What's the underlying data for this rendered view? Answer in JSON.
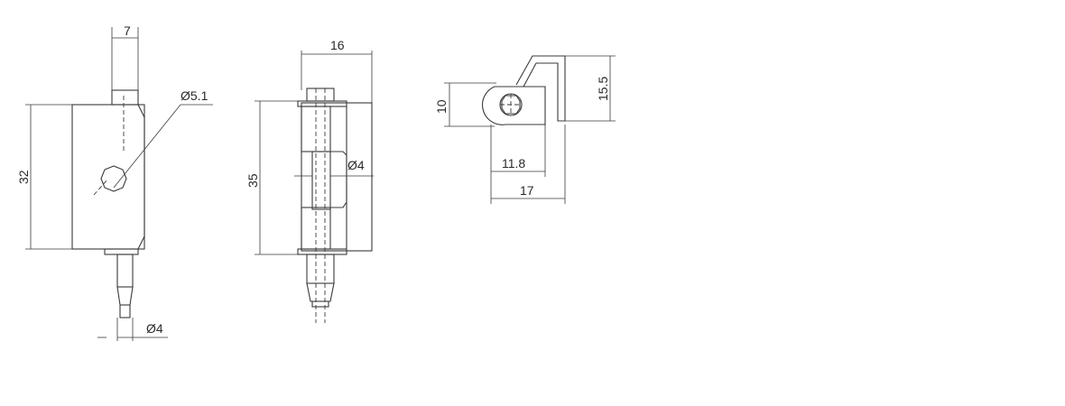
{
  "drawing": {
    "front_view": {
      "width_dim": "7",
      "hole_dim": "Ø5.1",
      "height_dim": "32",
      "pin_dim": "Ø4"
    },
    "side_view": {
      "width_dim": "16",
      "height_dim": "35",
      "pin_dim": "Ø4"
    },
    "top_view": {
      "height_dim": "10",
      "inner_dim": "11.8",
      "overall_dim": "17",
      "tall_dim": "15.5"
    },
    "colors": {
      "line": "#3a3a3a",
      "text": "#2a2a2a"
    }
  }
}
